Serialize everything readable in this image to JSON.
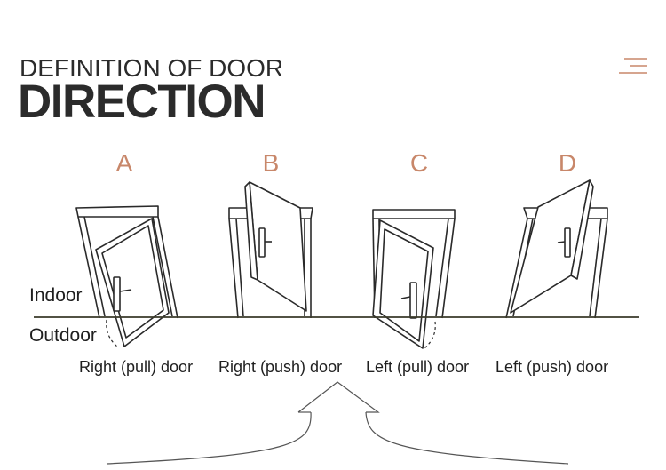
{
  "header": {
    "title_line1": "DEFINITION OF DOOR",
    "title_line2": "DIRECTION"
  },
  "menu": {
    "icon": "menu-icon"
  },
  "sides": {
    "indoor": "Indoor",
    "outdoor": "Outdoor"
  },
  "doors": [
    {
      "letter": "A",
      "label": "Right (pull) door"
    },
    {
      "letter": "B",
      "label": "Right (push) door"
    },
    {
      "letter": "C",
      "label": "Left (pull) door"
    },
    {
      "letter": "D",
      "label": "Left (push) door"
    }
  ],
  "colors": {
    "accent": "#c8876a",
    "floor_line": "#3a3a2a",
    "text": "#1f1f1f"
  }
}
